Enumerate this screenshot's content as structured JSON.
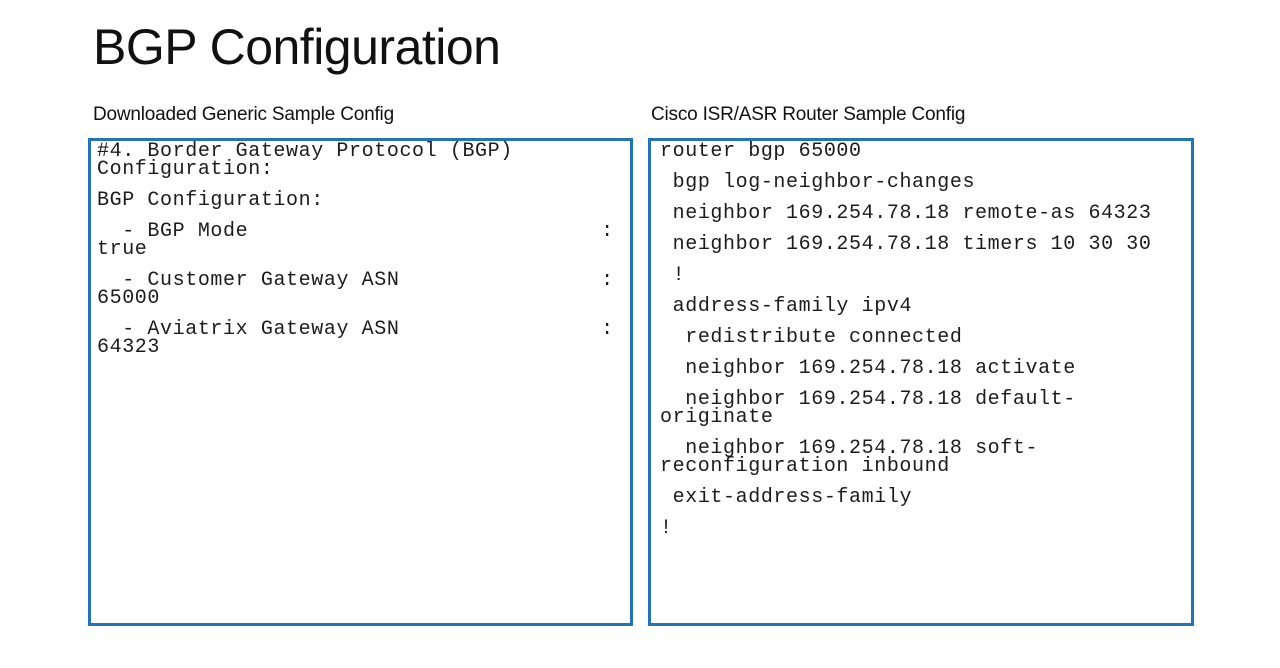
{
  "slide": {
    "title": "BGP Configuration",
    "colors": {
      "box_border": "#2273b8",
      "text": "#1c1c1c"
    },
    "panels": [
      {
        "id": "generic",
        "label": "Downloaded Generic Sample Config",
        "code_lines": [
          "#4. Border Gateway Protocol (BGP)\nConfiguration:",
          "BGP Configuration:",
          "  - BGP Mode                            : true",
          "  - Customer Gateway ASN                : 65000",
          "  - Aviatrix Gateway ASN                : 64323"
        ]
      },
      {
        "id": "cisco",
        "label": "Cisco ISR/ASR Router Sample Config",
        "code_lines": [
          "router bgp 65000",
          " bgp log-neighbor-changes",
          " neighbor 169.254.78.18 remote-as 64323",
          " neighbor 169.254.78.18 timers 10 30 30",
          " !",
          " address-family ipv4",
          "  redistribute connected",
          "  neighbor 169.254.78.18 activate",
          "  neighbor 169.254.78.18 default-\noriginate",
          "  neighbor 169.254.78.18 soft-\nreconfiguration inbound",
          " exit-address-family",
          "!"
        ]
      }
    ]
  }
}
